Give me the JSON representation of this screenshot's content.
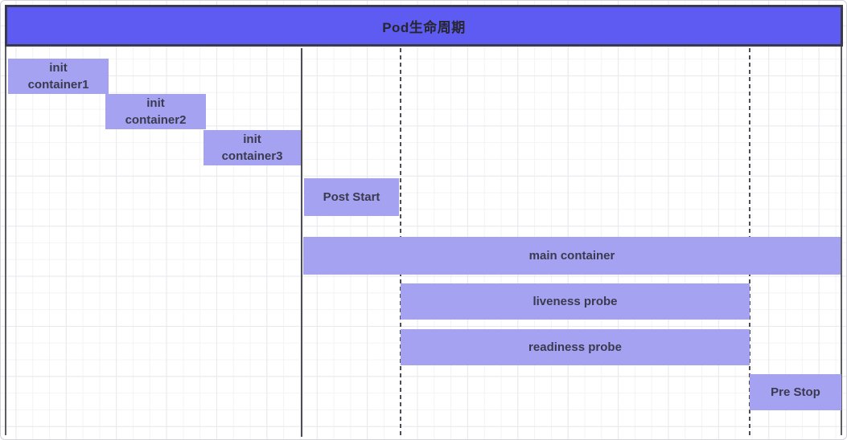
{
  "title_bar": {
    "label": "Pod生命周期"
  },
  "timeline": {
    "bars": [
      {
        "name": "init-container1",
        "line1": "init",
        "line2": "container1"
      },
      {
        "name": "init-container2",
        "line1": "init",
        "line2": "container2"
      },
      {
        "name": "init-container3",
        "line1": "init",
        "line2": "container3"
      },
      {
        "name": "post-start",
        "line1": "Post Start"
      },
      {
        "name": "main-container",
        "line1": "main container"
      },
      {
        "name": "liveness-probe",
        "line1": "liveness probe"
      },
      {
        "name": "readiness-probe",
        "line1": "readiness probe"
      },
      {
        "name": "pre-stop",
        "line1": "Pre Stop"
      }
    ],
    "guides": [
      {
        "name": "container-start-line",
        "style": "solid"
      },
      {
        "name": "post-start-end-line",
        "style": "dashed"
      },
      {
        "name": "pre-stop-start-line",
        "style": "dashed"
      }
    ]
  },
  "colors": {
    "title_fill": "#5e5bf2",
    "title_border": "#3a3a4d",
    "title_text": "#26262e",
    "bar_fill": "#a6a2f2",
    "bar_text": "#3a3a4e",
    "guide_color": "#4d4d55",
    "side_border": "#5c5c63",
    "grid_minor": "#f3f3f6",
    "grid_major": "#e9e9ee",
    "frame_border": "#d2d2d8"
  }
}
